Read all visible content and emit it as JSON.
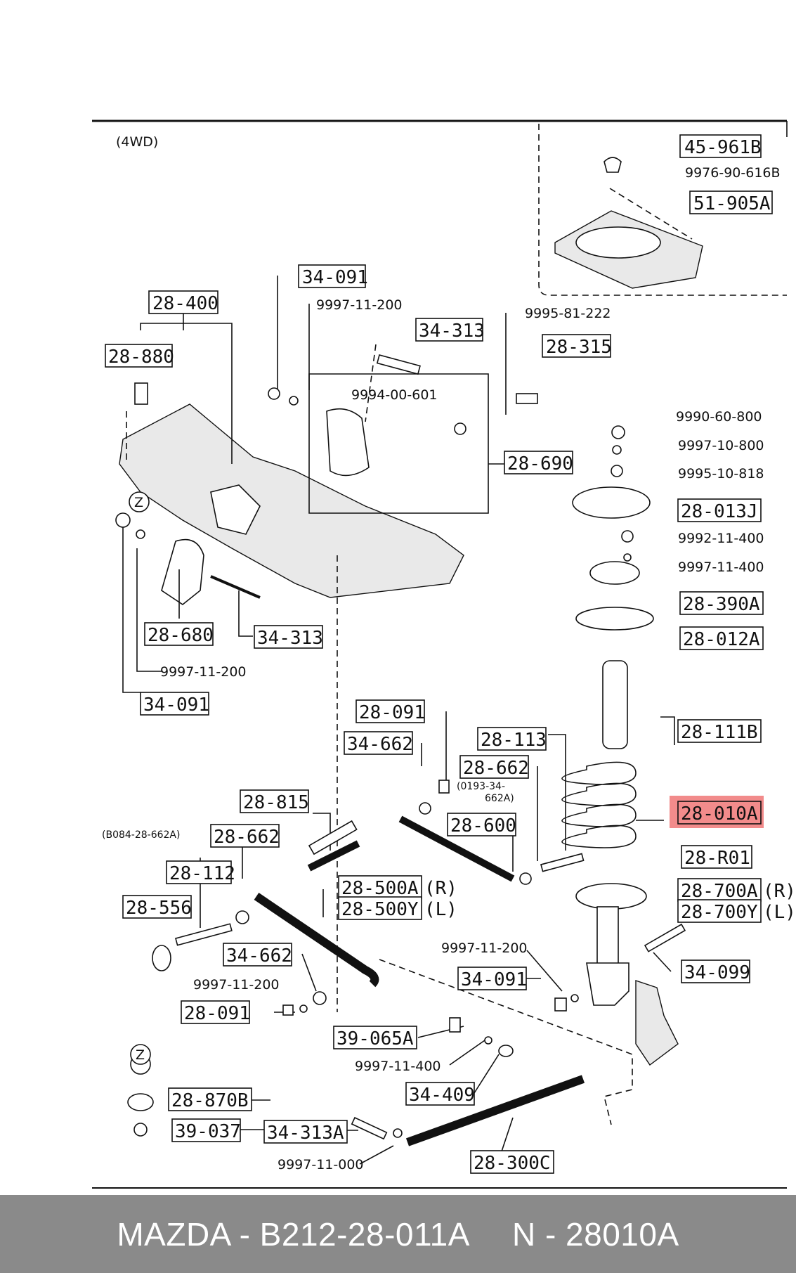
{
  "diagram": {
    "variant": "(4WD)",
    "highlight_color": "#f28b8b",
    "labels": {
      "l_45_961B": "45-961B",
      "l_9976_90_616B": "9976-90-616B",
      "l_51_905A": "51-905A",
      "l_34_091_a": "34-091",
      "l_9997_11_200_a": "9997-11-200",
      "l_28_400": "28-400",
      "l_34_313_a": "34-313",
      "l_9995_81_222": "9995-81-222",
      "l_28_315": "28-315",
      "l_28_880": "28-880",
      "l_9994_00_601": "9994-00-601",
      "l_28_690": "28-690",
      "l_9990_60_800": "9990-60-800",
      "l_9997_10_800": "9997-10-800",
      "l_9995_10_818": "9995-10-818",
      "l_28_013J": "28-013J",
      "l_9992_11_400": "9992-11-400",
      "l_9997_11_400_a": "9997-11-400",
      "l_28_390A": "28-390A",
      "l_28_012A": "28-012A",
      "l_28_680": "28-680",
      "l_34_313_b": "34-313",
      "l_9997_11_200_b": "9997-11-200",
      "l_34_091_b": "34-091",
      "l_28_111B": "28-111B",
      "l_28_091_a": "28-091",
      "l_34_662_a": "34-662",
      "l_28_113": "28-113",
      "l_28_662_a": "28-662",
      "l_0193_34": "(0193-34-",
      "l_662A": "662A)",
      "l_28_815": "28-815",
      "l_28_010A": "28-010A",
      "l_B084": "(B084-28-662A)",
      "l_28_662_b": "28-662",
      "l_28_600": "28-600",
      "l_28_R01": "28-R01",
      "l_28_112": "28-112",
      "l_28_500A": "28-500A",
      "l_R_a": "(R)",
      "l_28_700A": "28-700A",
      "l_R_b": "(R)",
      "l_28_556": "28-556",
      "l_28_500Y": "28-500Y",
      "l_L_a": "(L)",
      "l_28_700Y": "28-700Y",
      "l_L_b": "(L)",
      "l_9997_11_200_c": "9997-11-200",
      "l_34_662_b": "34-662",
      "l_34_091_c": "34-091",
      "l_34_099": "34-099",
      "l_9997_11_200_d": "9997-11-200",
      "l_28_091_b": "28-091",
      "l_39_065A": "39-065A",
      "l_9997_11_400_b": "9997-11-400",
      "l_Z_a": "Z",
      "l_Z_b": "Z",
      "l_34_409": "34-409",
      "l_28_870B": "28-870B",
      "l_39_037": "39-037",
      "l_34_313A": "34-313A",
      "l_9997_11_000": "9997-11-000",
      "l_28_300C": "28-300C"
    }
  },
  "footer": {
    "part_number": "MAZDA - B212-28-011A",
    "cross_reference": "N - 28010A"
  }
}
